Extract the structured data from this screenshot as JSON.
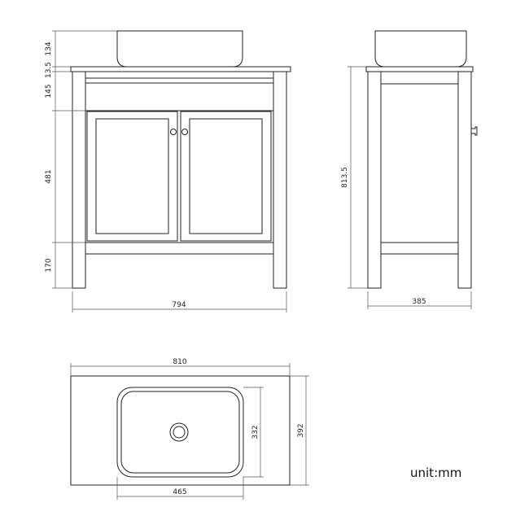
{
  "dims": {
    "basin_height": "134",
    "top_thickness": "13.5",
    "rail_height": "145",
    "door_height": "481",
    "leg_height": "170",
    "front_width": "794",
    "side_height": "813.5",
    "side_depth": "385",
    "top_width": "810",
    "top_depth": "392",
    "basin_depth": "332",
    "basin_width": "465"
  },
  "unit_label": "unit:mm",
  "colors": {
    "line": "#222222",
    "dim_line": "#555555",
    "background": "#ffffff"
  }
}
